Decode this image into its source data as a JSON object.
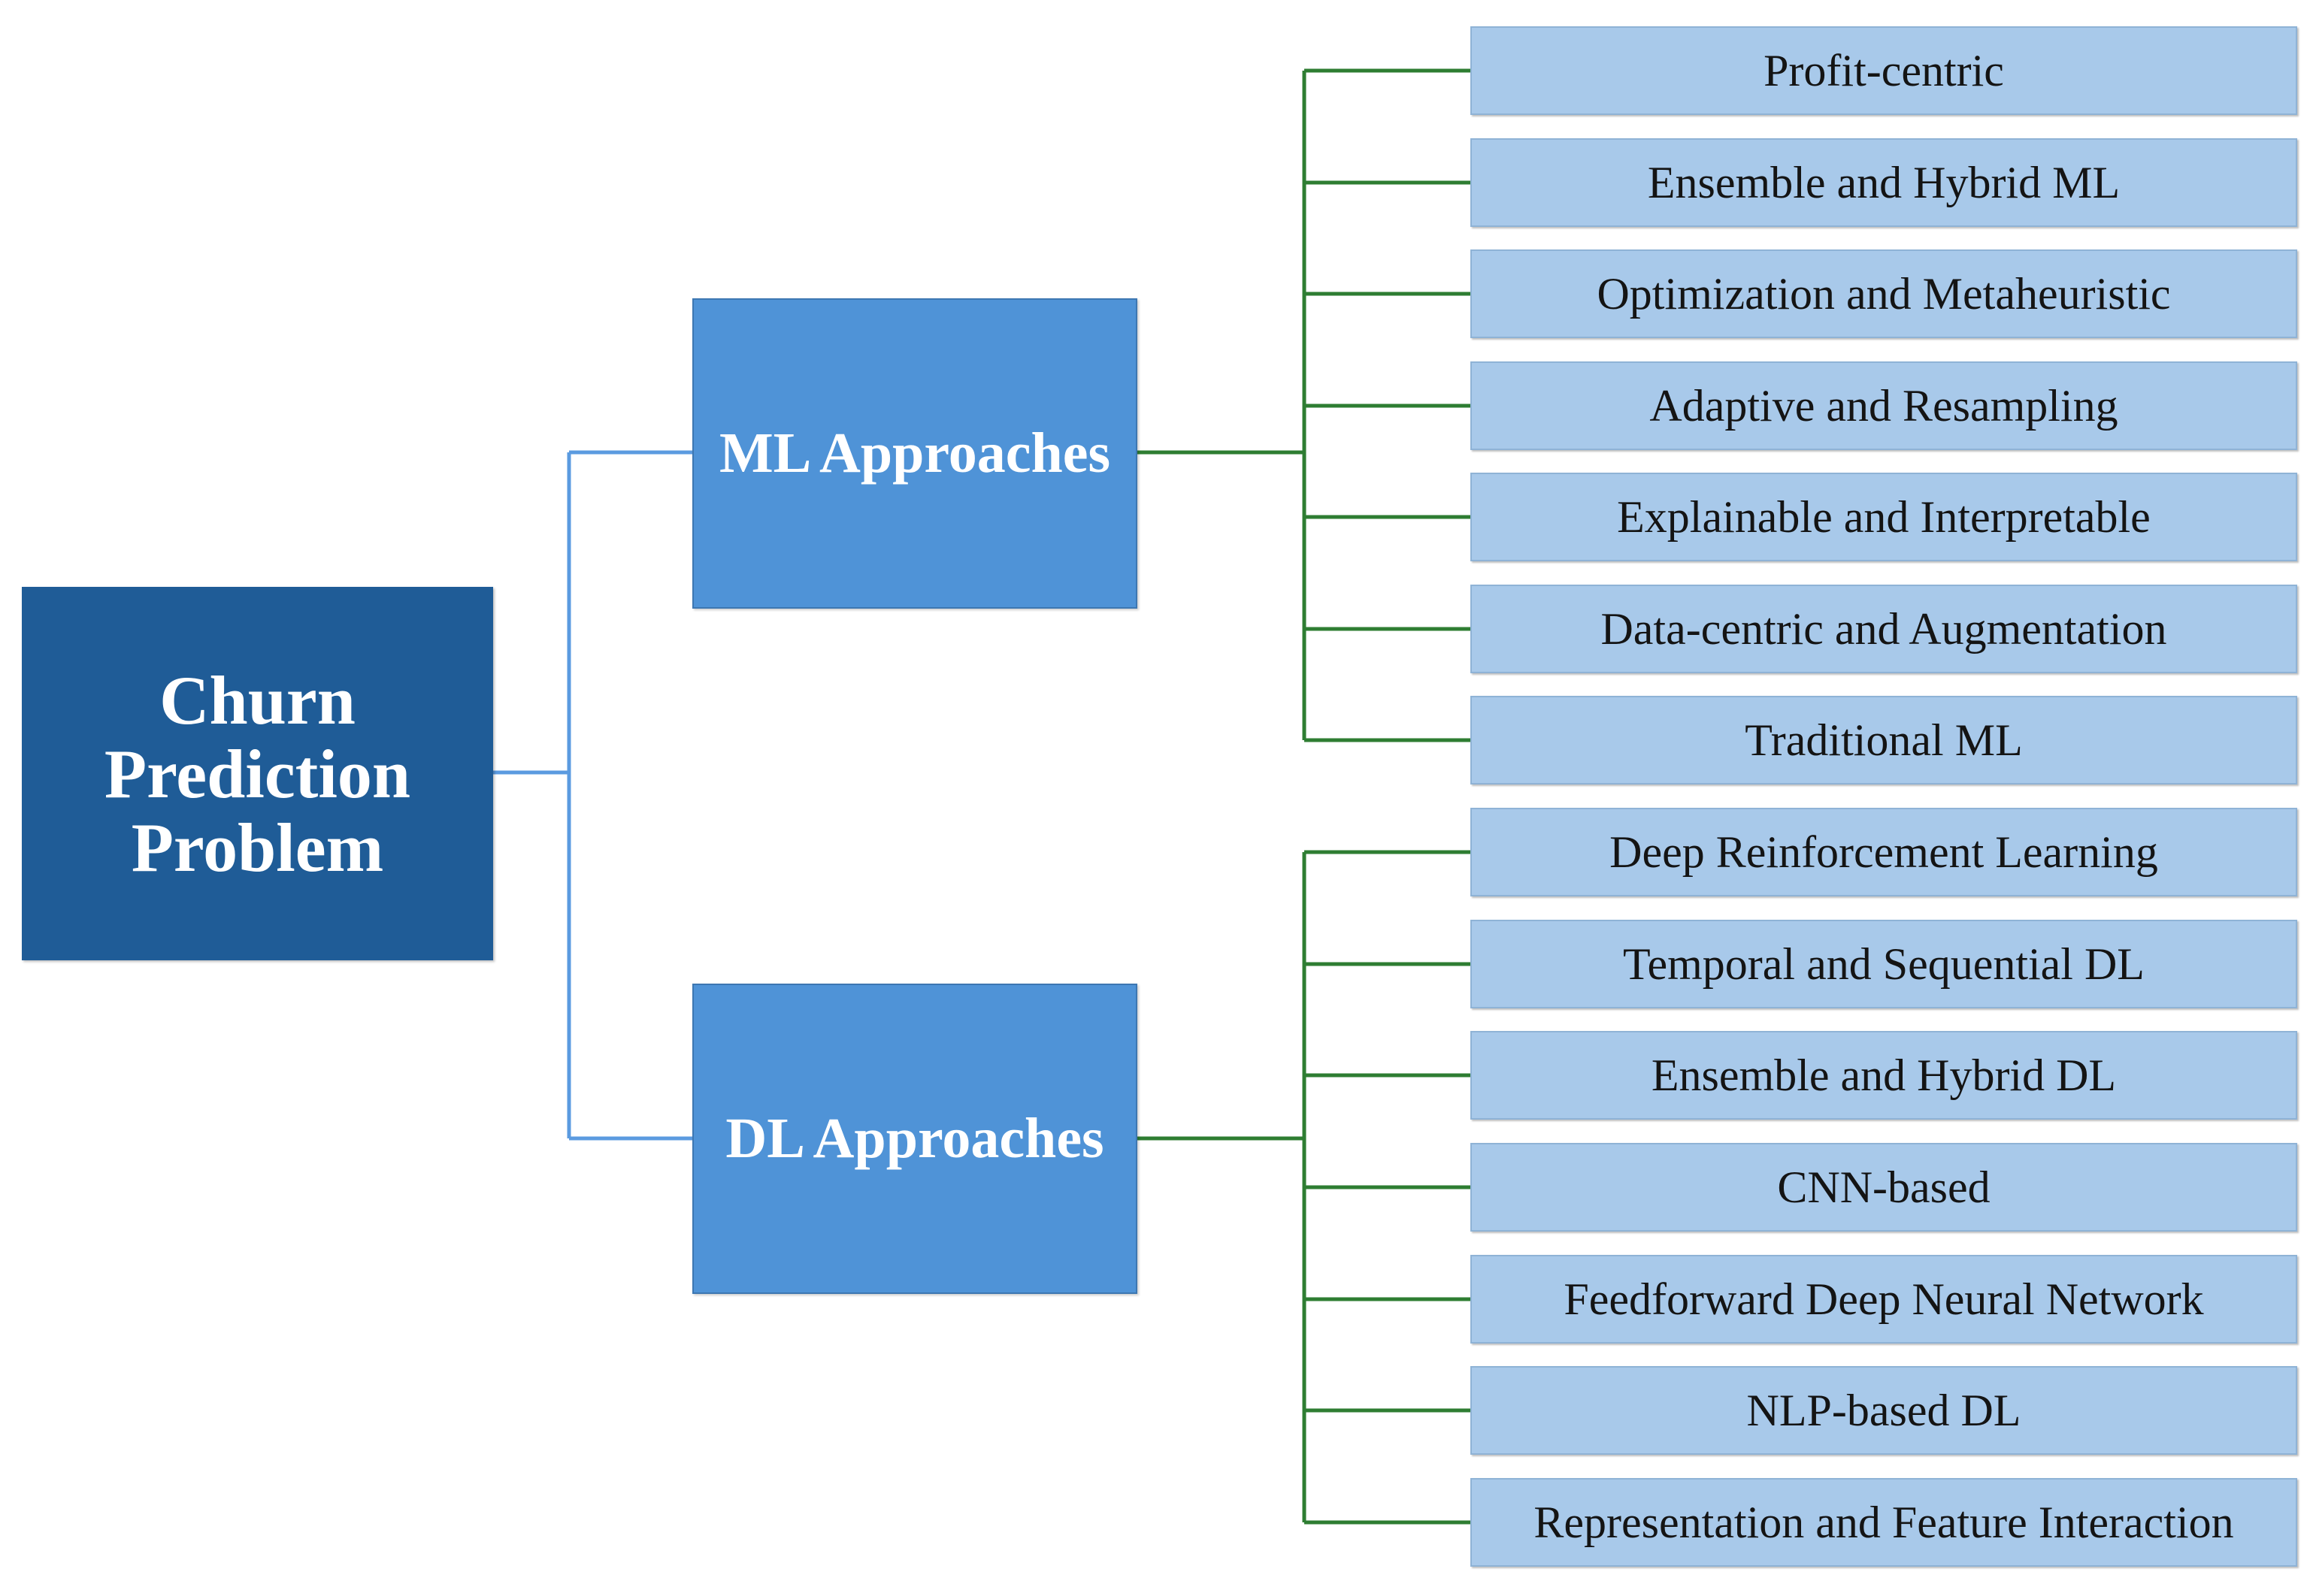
{
  "root": {
    "lines": [
      "Churn",
      "Prediction",
      "Problem"
    ]
  },
  "branches": [
    {
      "label": "ML Approaches",
      "items": [
        "Profit-centric",
        "Ensemble and Hybrid ML",
        "Optimization and Metaheuristic",
        "Adaptive and Resampling",
        "Explainable and Interpretable",
        "Data-centric and Augmentation",
        "Traditional ML"
      ]
    },
    {
      "label": "DL Approaches",
      "items": [
        "Deep Reinforcement Learning",
        "Temporal and Sequential DL",
        "Ensemble and Hybrid DL",
        "CNN-based",
        "Feedforward Deep Neural Network",
        "NLP-based DL",
        "Representation and Feature Interaction"
      ]
    }
  ],
  "colors": {
    "root_fill": "#1f5c97",
    "branch_fill": "#4f93d7",
    "leaf_fill": "#a8c9ea",
    "root_connector": "#5b9be0",
    "leaf_connector": "#2e7d32"
  }
}
